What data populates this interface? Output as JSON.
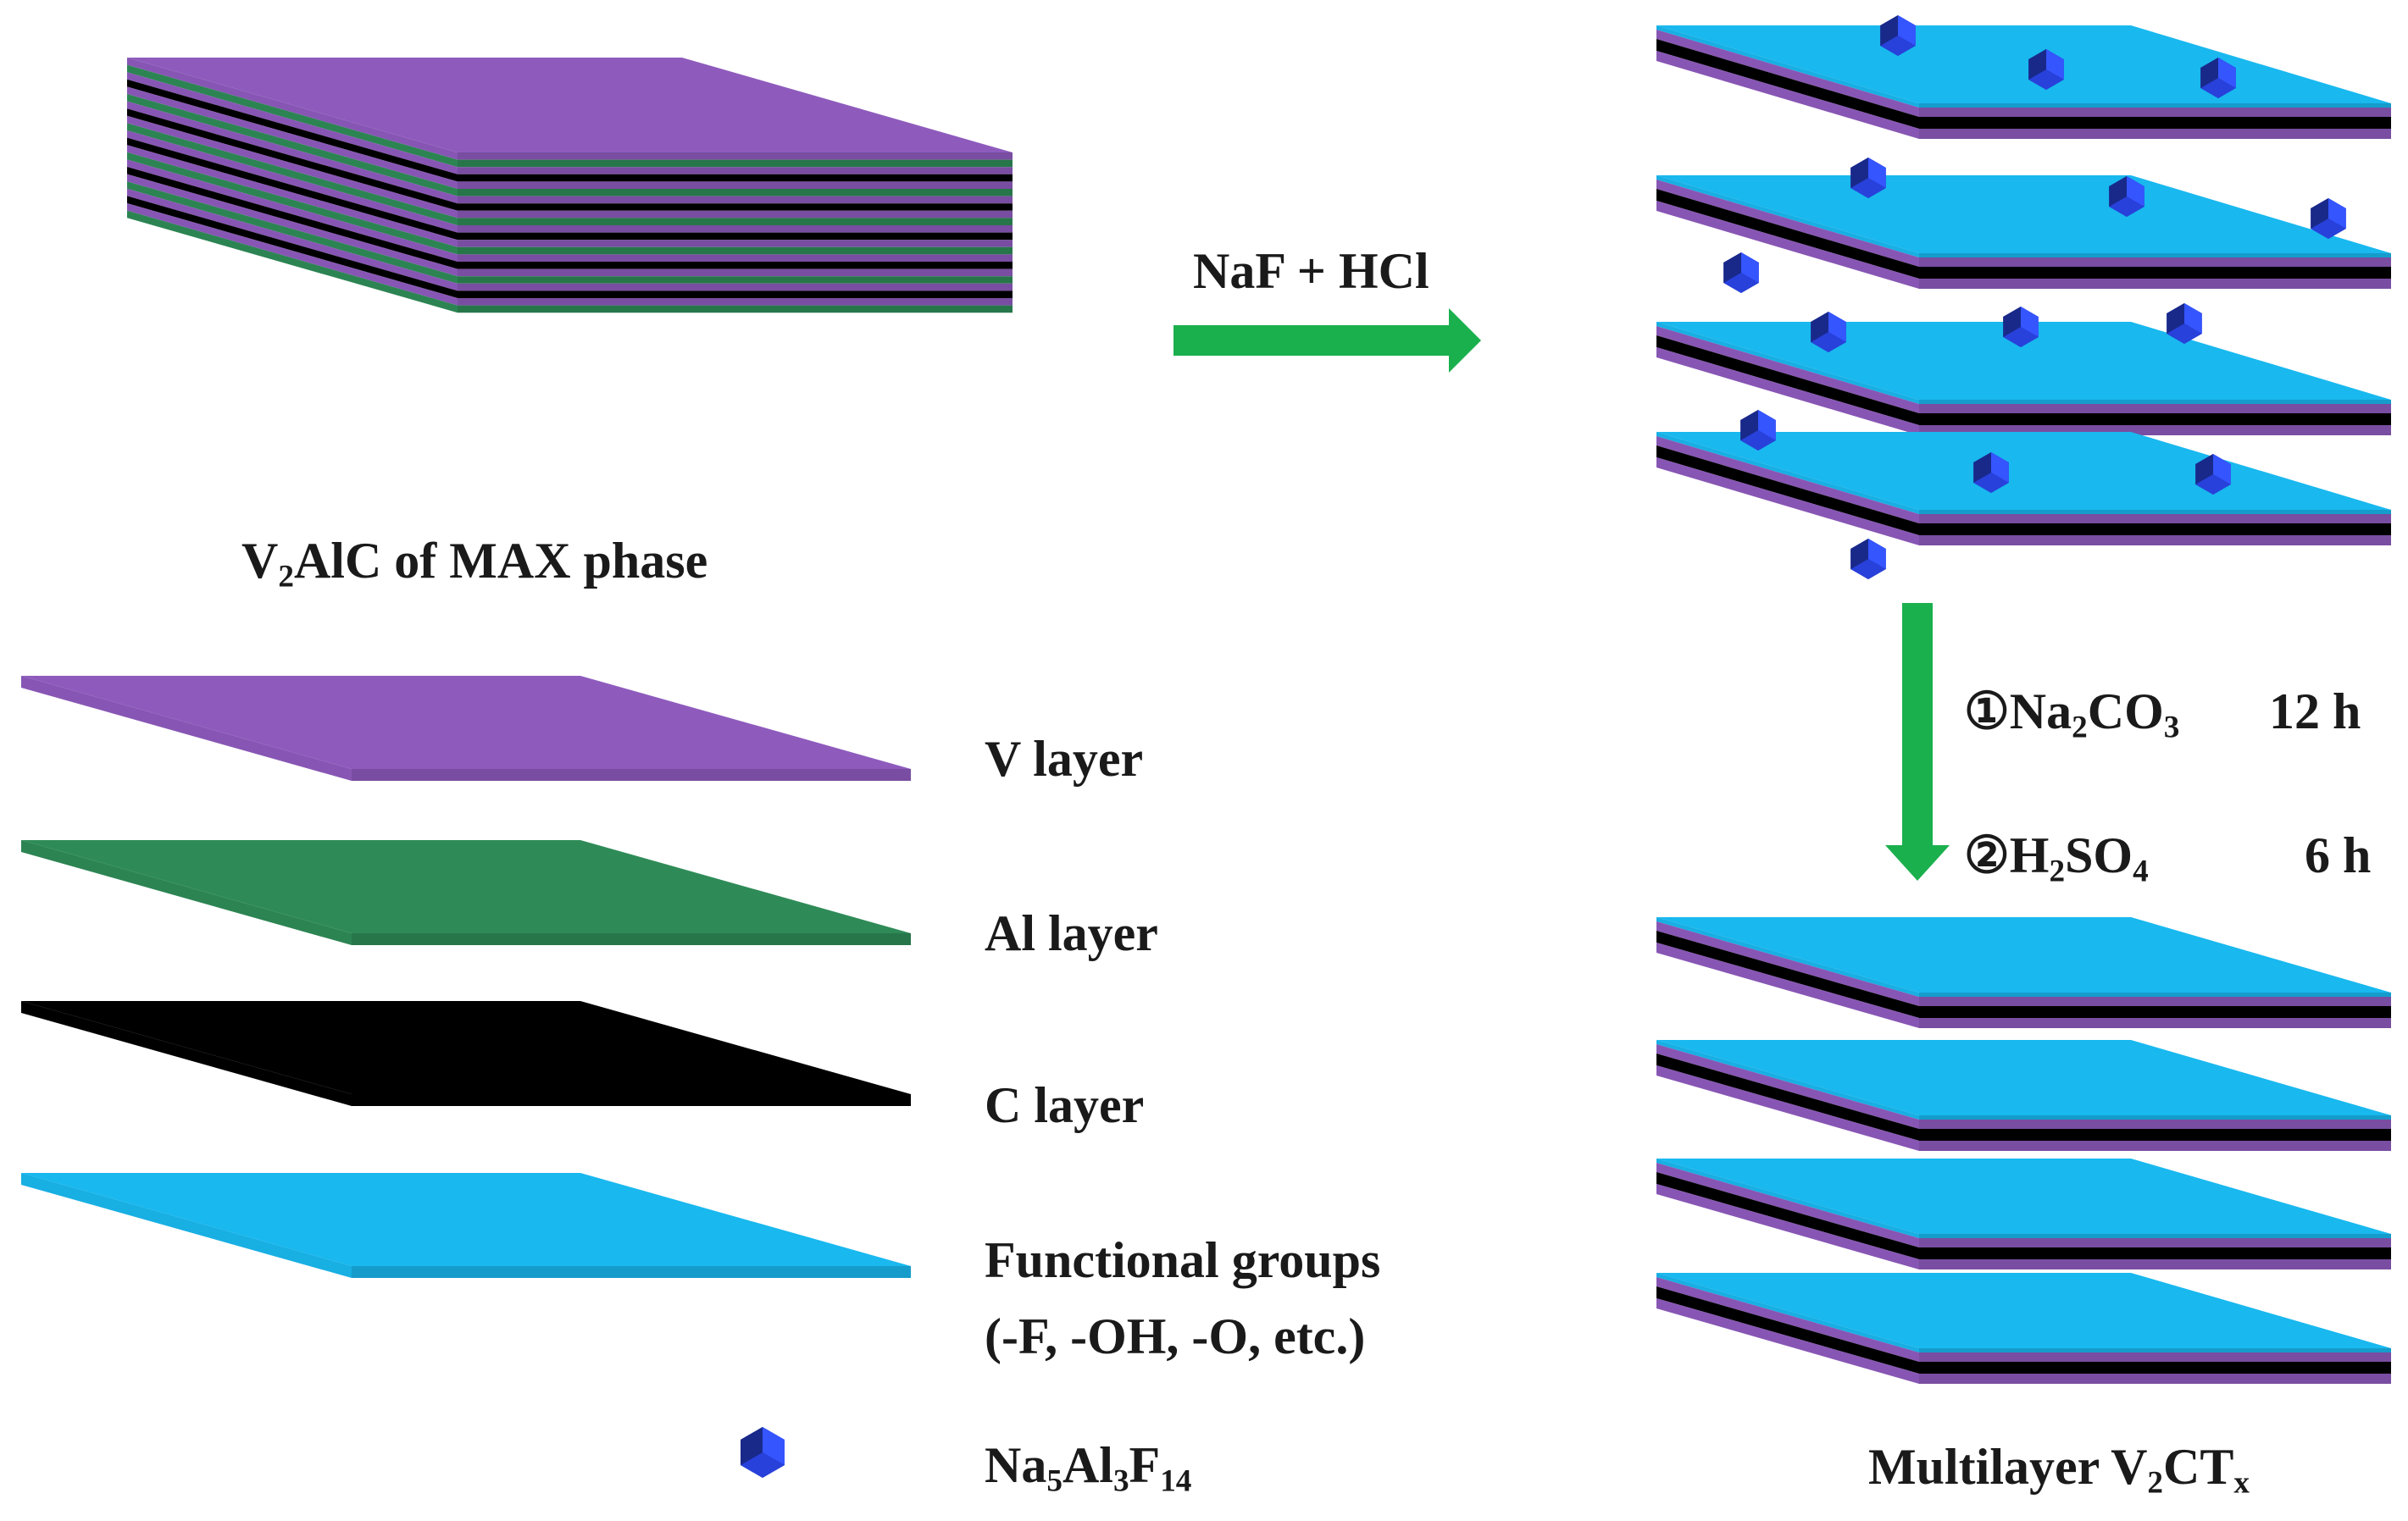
{
  "diagram": {
    "max_phase": {
      "label_main": "V",
      "label_sub": "2",
      "label_rest": "AlC of MAX phase"
    },
    "etch_step": {
      "reagents": "NaF + HCl"
    },
    "treatment_step": {
      "step1_marker": "①",
      "step1_a": "Na",
      "step1_sub1": "2",
      "step1_b": "CO",
      "step1_sub2": "3",
      "step1_time": "12 h",
      "step2_marker": "②",
      "step2_a": "H",
      "step2_sub1": "2",
      "step2_b": "SO",
      "step2_sub2": "4",
      "step2_time": "6 h"
    },
    "product": {
      "label_main": "Multilayer V",
      "label_sub1": "2",
      "label_mid": "CT",
      "label_sub2": "x"
    },
    "legend": {
      "v_layer": "V layer",
      "al_layer": "Al layer",
      "c_layer": "C layer",
      "fg_line1": "Functional groups",
      "fg_line2": "(-F, -OH, -O, etc.)",
      "na_a": "Na",
      "na_s1": "5",
      "na_b": "Al",
      "na_s2": "3",
      "na_c": "F",
      "na_s3": "14"
    },
    "colors": {
      "v_layer": "#8e5bbd",
      "al_layer": "#2e8b57",
      "c_layer": "#000000",
      "functional_groups": "#19b8ef",
      "crystal": "#2a44e6",
      "arrow": "#1ab04d"
    }
  }
}
